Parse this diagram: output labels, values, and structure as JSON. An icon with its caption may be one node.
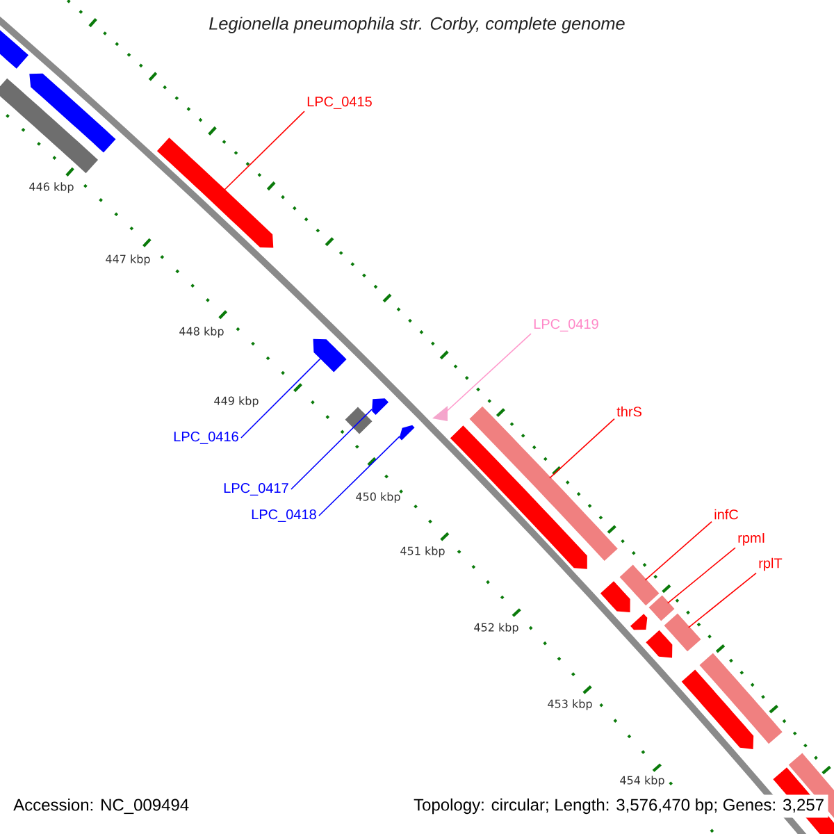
{
  "diagram": {
    "title": "Legionella pneumophila str. Corby, complete genome",
    "nodes": [
      {
        "text": [
          "LPC_0415"
        ]
      },
      {
        "text": [
          "LPC_0419"
        ]
      },
      {
        "text": [
          "thrS"
        ]
      },
      {
        "text": [
          "LPC_0416"
        ]
      },
      {
        "text": [
          "LPC_0417"
        ]
      },
      {
        "text": [
          "infC"
        ]
      },
      {
        "text": [
          "LPC_0418"
        ]
      },
      {
        "text": [
          "rpmI"
        ]
      },
      {
        "text": [
          "rplT"
        ]
      },
      {
        "text": [],
        "shape": "arrow"
      },
      {
        "text": [],
        "shape": "triangle"
      },
      {
        "text": [],
        "shape": "bar"
      },
      {
        "text": [],
        "shape": "arrow"
      },
      {
        "text": [],
        "shape": "arrow"
      },
      {
        "text": [],
        "shape": "bar"
      },
      {
        "text": [],
        "shape": "arrow"
      },
      {
        "text": [],
        "shape": "bar"
      },
      {
        "text": [],
        "shape": "bar"
      },
      {
        "text": [],
        "shape": "arrow"
      },
      {
        "text": [],
        "shape": "arrow"
      },
      {
        "text": [],
        "shape": "bar"
      },
      {
        "text": [],
        "shape": "box"
      },
      {
        "text": [],
        "shape": "arrow"
      },
      {
        "text": [],
        "shape": "arrow"
      },
      {
        "text": [],
        "shape": "arrow"
      },
      {
        "text": [],
        "shape": "arrow"
      },
      {
        "text": [],
        "shape": "arrow"
      },
      {
        "text": [],
        "shape": "arrow"
      },
      {
        "text": [],
        "shape": "bar"
      },
      {
        "text": [],
        "shape": "bar"
      }
    ],
    "edges": [
      {
        "from": 0,
        "to": 9,
        "arrow": "none"
      },
      {
        "from": 1,
        "to": 10,
        "arrow": "none",
        "color": "#ff99cc"
      },
      {
        "from": 2,
        "to": 11,
        "arrow": "none"
      },
      {
        "from": 3,
        "to": 12,
        "arrow": "none",
        "color": "#0000ff"
      },
      {
        "from": 4,
        "to": 13,
        "arrow": "none",
        "color": "#0000ff"
      },
      {
        "from": 5,
        "to": 14,
        "arrow": "none"
      },
      {
        "from": 6,
        "to": 15,
        "arrow": "none",
        "color": "#0000ff"
      },
      {
        "from": 7,
        "to": 16,
        "arrow": "none"
      },
      {
        "from": 8,
        "to": 17,
        "arrow": "none"
      }
    ],
    "labels": [
      "446 kbp",
      "447 kbp",
      "448 kbp",
      "449 kbp",
      "450 kbp",
      "451 kbp",
      "452 kbp",
      "453 kbp",
      "454 kbp",
      "Accession: NC_009494",
      "Topology: circular; Length: 3,576,470 bp; Genes: 3,257"
    ]
  }
}
